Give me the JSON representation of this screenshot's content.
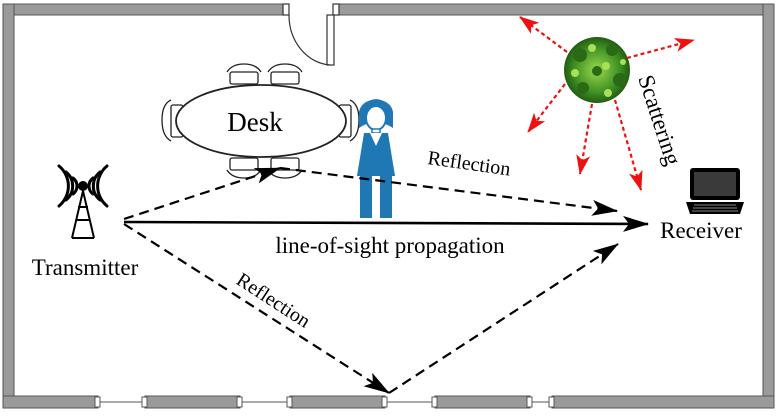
{
  "diagram": {
    "labels": {
      "desk": "Desk",
      "transmitter": "Transmitter",
      "receiver": "Receiver",
      "line_of_sight": "line-of-sight propagation",
      "reflection_upper": "Reflection",
      "reflection_lower": "Reflection",
      "scattering": "Scattering"
    },
    "colors": {
      "wall": "#9a9a9a",
      "person": "#1f78b4",
      "scatter_arrow": "#ee1111",
      "plant_dark": "#2f7a1a",
      "plant_light": "#7cc23a"
    },
    "icons": {
      "transmitter": "antenna-tower-icon",
      "receiver": "laptop-icon",
      "person": "person-icon",
      "scatterer": "plant-icon",
      "door": "door-icon"
    }
  }
}
